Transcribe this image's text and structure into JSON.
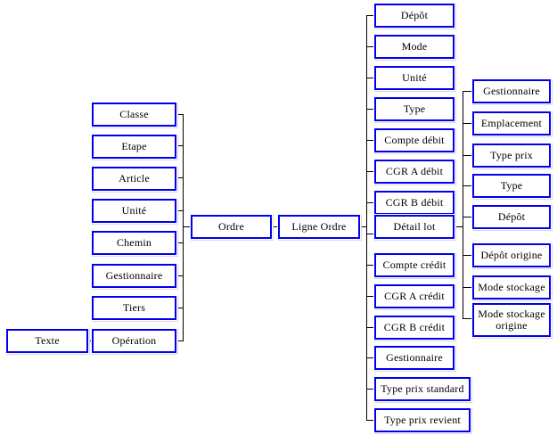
{
  "diagram": {
    "type": "tree",
    "title": "",
    "orientation": "left-to-right",
    "colors": {
      "node_border": "#0000ee",
      "node_fill": "#ffffff",
      "edge": "#000000",
      "text": "#000000",
      "background": "#ffffff"
    },
    "columns": [
      {
        "name": "column-1",
        "nodes": [
          {
            "id": "texte",
            "label": "Texte"
          }
        ]
      },
      {
        "name": "column-2",
        "nodes": [
          {
            "id": "classe",
            "label": "Classe"
          },
          {
            "id": "etape",
            "label": "Etape"
          },
          {
            "id": "article",
            "label": "Article"
          },
          {
            "id": "unite",
            "label": "Unité"
          },
          {
            "id": "chemin",
            "label": "Chemin"
          },
          {
            "id": "gestionnaire",
            "label": "Gestionnaire"
          },
          {
            "id": "tiers",
            "label": "Tiers"
          },
          {
            "id": "operation",
            "label": "Opération"
          }
        ]
      },
      {
        "name": "column-3",
        "nodes": [
          {
            "id": "ordre",
            "label": "Ordre"
          }
        ]
      },
      {
        "name": "column-4",
        "nodes": [
          {
            "id": "ligne-ordre",
            "label": "Ligne Ordre"
          }
        ]
      },
      {
        "name": "column-5",
        "nodes": [
          {
            "id": "depot",
            "label": "Dépôt"
          },
          {
            "id": "mode",
            "label": "Mode"
          },
          {
            "id": "unite-2",
            "label": "Unité"
          },
          {
            "id": "type",
            "label": "Type"
          },
          {
            "id": "compte-debit",
            "label": "Compte débit"
          },
          {
            "id": "cgr-a-debit",
            "label": "CGR A débit"
          },
          {
            "id": "cgr-b-debit",
            "label": "CGR B débit"
          },
          {
            "id": "detail-lot",
            "label": "Détail lot"
          },
          {
            "id": "compte-credit",
            "label": "Compte crédit"
          },
          {
            "id": "cgr-a-credit",
            "label": "CGR A crédit"
          },
          {
            "id": "cgr-b-credit",
            "label": "CGR B crédit"
          },
          {
            "id": "gestionnaire-2",
            "label": "Gestionnaire"
          },
          {
            "id": "type-prix-standard",
            "label": "Type prix standard"
          },
          {
            "id": "type-prix-revient",
            "label": "Type prix revient"
          }
        ]
      },
      {
        "name": "column-6",
        "nodes": [
          {
            "id": "gestionnaire-3",
            "label": "Gestionnaire"
          },
          {
            "id": "emplacement",
            "label": "Emplacement"
          },
          {
            "id": "type-prix",
            "label": "Type prix"
          },
          {
            "id": "type-2",
            "label": "Type"
          },
          {
            "id": "depot-2",
            "label": "Dépôt"
          },
          {
            "id": "depot-origine",
            "label": "Dépôt origine"
          },
          {
            "id": "mode-stockage",
            "label": "Mode stockage"
          },
          {
            "id": "mode-stockage-origine",
            "label": "Mode stockage\norigine"
          }
        ]
      }
    ]
  }
}
